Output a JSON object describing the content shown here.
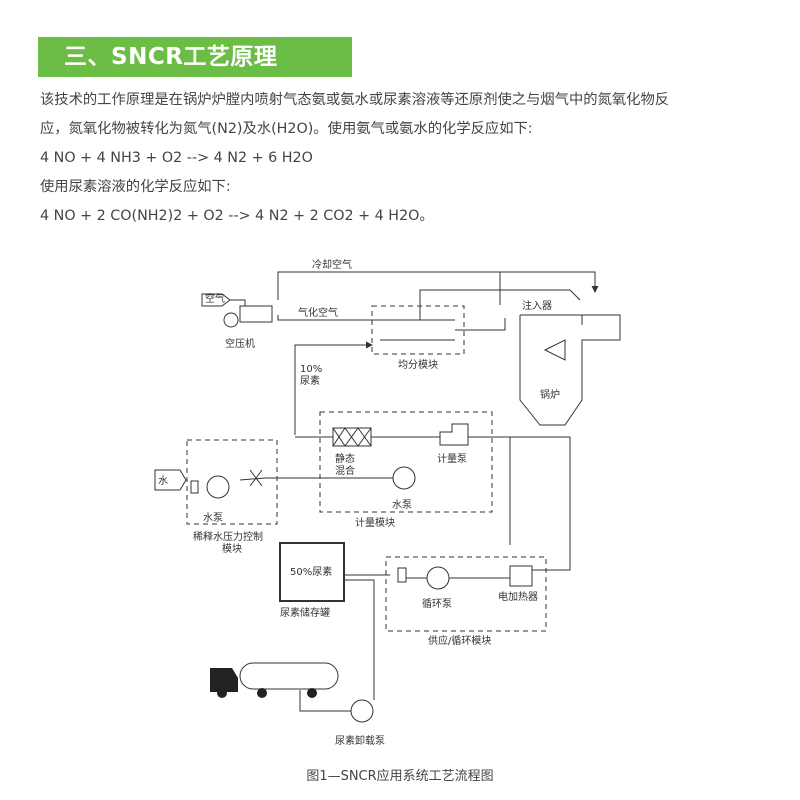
{
  "heading": "三、SNCR工艺原理",
  "paragraph": {
    "line1": "该技术的工作原理是在锅炉炉膛内喷射气态氨或氨水或尿素溶液等还原剂使之与烟气中的氮氧化物反",
    "line2": "应，氮氧化物被转化为氮气(N2)及水(H2O)。使用氨气或氨水的化学反应如下:",
    "eq1": "4 NO + 4 NH3 + O2 --> 4 N2 + 6 H2O",
    "line3": "使用尿素溶液的化学反应如下:",
    "eq2": "4 NO + 2 CO(NH2)2 + O2 --> 4 N2 + 2 CO2 + 4 H2O。"
  },
  "diagram": {
    "cooling_air": "冷却空气",
    "air": "空气",
    "atomizing_air": "气化空气",
    "injector": "注入器",
    "compressor": "空压机",
    "distribution_module": "均分模块",
    "boiler": "锅炉",
    "urea_10_line1": "10%",
    "urea_10_line2": "尿素",
    "water": "水",
    "static_mixer_line1": "静态",
    "static_mixer_line2": "混合",
    "metering_pump": "计量泵",
    "water_pump": "水泵",
    "water_pump_2": "水泵",
    "metering_module": "计量模块",
    "dilution_module_line1": "稀释水压力控制",
    "dilution_module_line2": "模块",
    "urea_50": "50%尿素",
    "urea_tank": "尿素储存罐",
    "circulation_pump": "循环泵",
    "electric_heater": "电加热器",
    "supply_module": "供应/循环模块",
    "unload_pump": "尿素卸载泵"
  },
  "caption": "图1—SNCR应用系统工艺流程图",
  "colors": {
    "banner": "#6bbd45",
    "line": "#333333"
  }
}
